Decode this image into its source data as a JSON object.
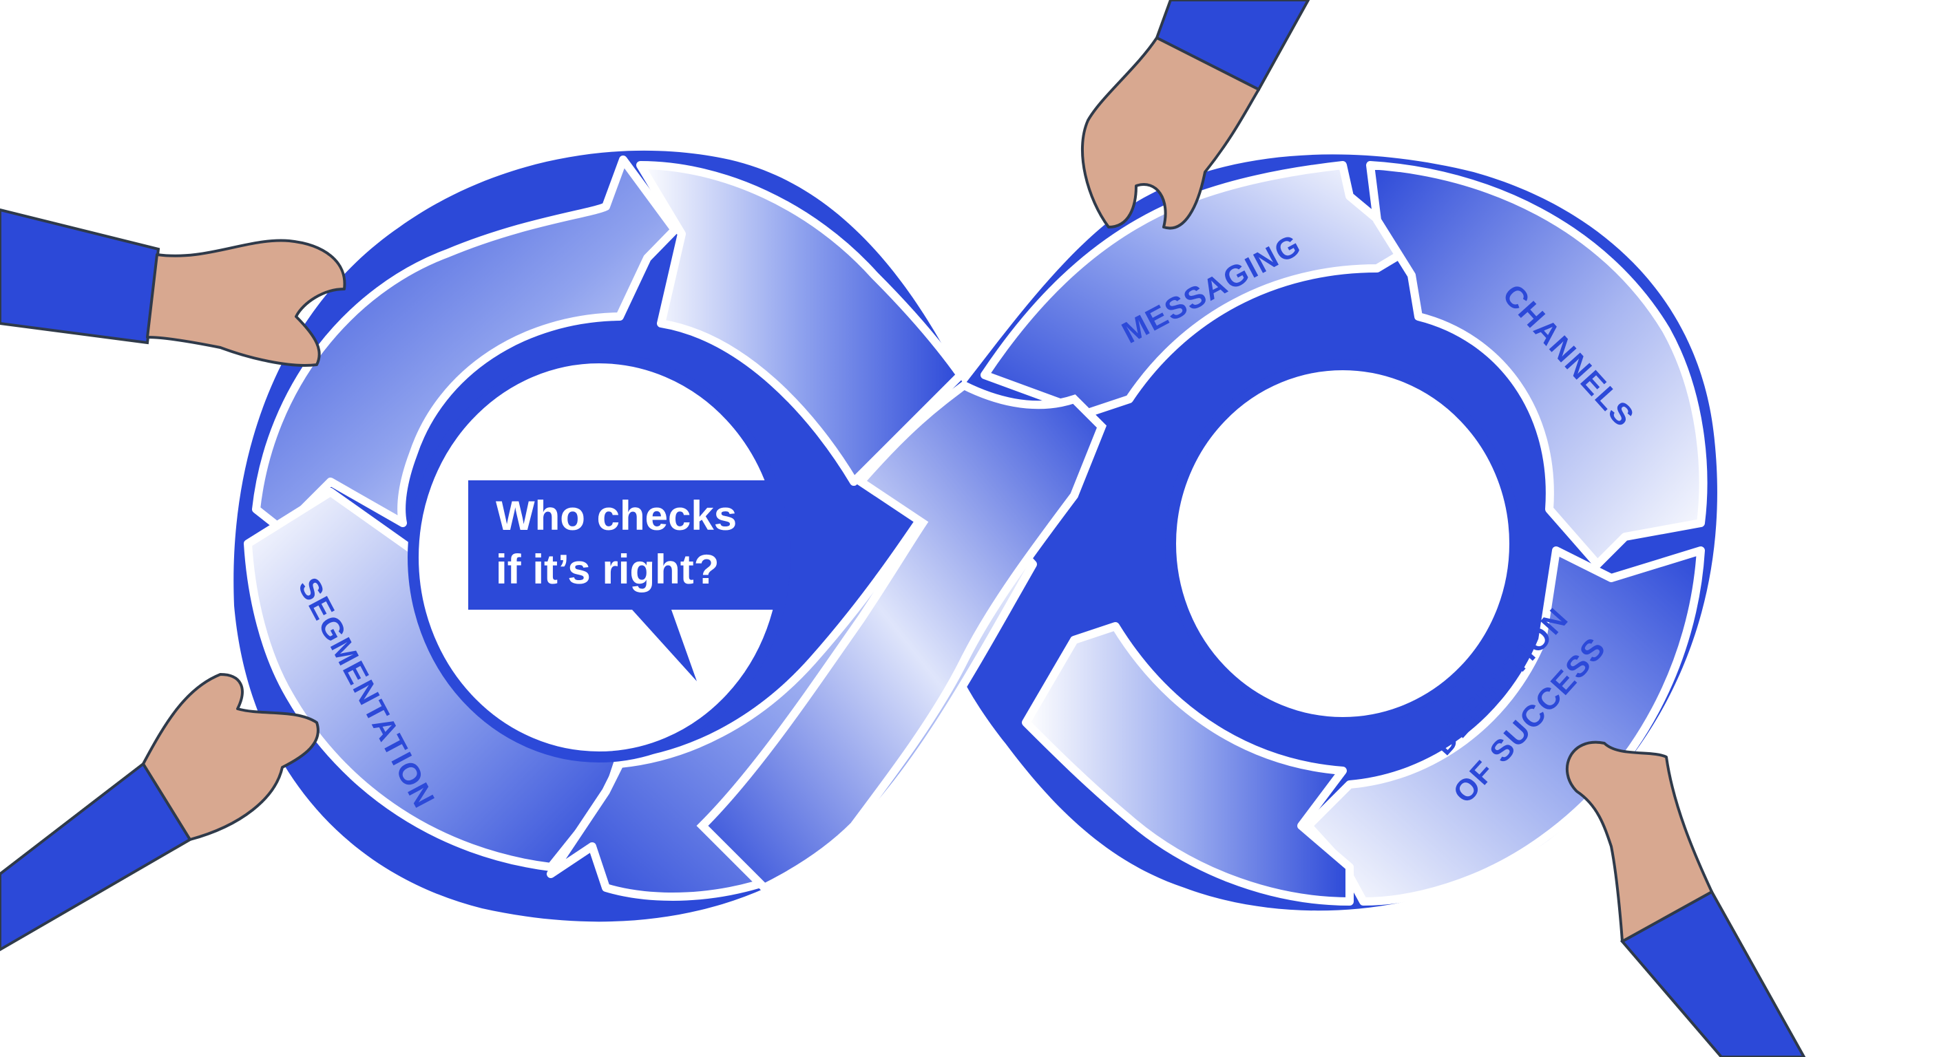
{
  "question_bubble": {
    "line1": "Who checks",
    "line2": "if it’s right?"
  },
  "segments": [
    {
      "label": "SEGMENTATION"
    },
    {
      "label": "MESSAGING"
    },
    {
      "label": "CHANNELS"
    },
    {
      "label_line1": "DEFINITION",
      "label_line2": "OF SUCCESS"
    }
  ],
  "colors": {
    "accent": "#2c49d8",
    "accent_light": "#ffffff",
    "skin": "#d8a890",
    "outline": "#2f3a4a",
    "background": "#ffffff"
  },
  "icons": [
    "hand-icon",
    "speech-bubble-icon",
    "infinity-loop-icon"
  ]
}
